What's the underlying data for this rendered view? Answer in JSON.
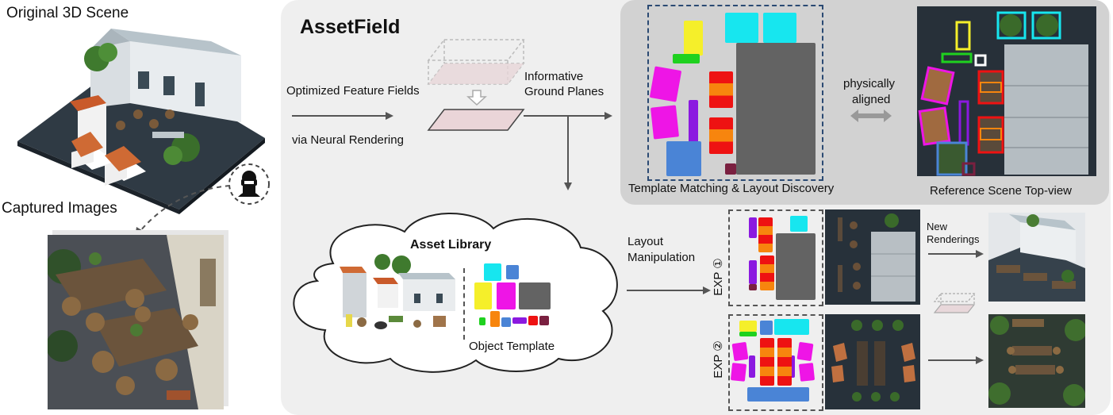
{
  "left": {
    "scene_title": "Original 3D Scene",
    "images_title": "Captured Images"
  },
  "main": {
    "title": "AssetField",
    "opt_label": "Optimized Feature Fields",
    "neural_label": "via Neural Rendering",
    "informative_line1": "Informative",
    "informative_line2": "Ground Planes",
    "physically_line1": "physically",
    "physically_line2": "aligned",
    "template_caption": "Template Matching & Layout Discovery",
    "reference_caption": "Reference Scene Top-view",
    "library_title": "Asset Library",
    "object_template": "Object Template",
    "layout_line1": "Layout",
    "layout_line2": "Manipulation",
    "exp1": "EXP ①",
    "exp2": "EXP ②",
    "new_line1": "New",
    "new_line2": "Renderings"
  },
  "colors": {
    "yellow": "#f5ef2a",
    "green": "#1fd11f",
    "cyan": "#17e6ef",
    "magenta": "#ee15e6",
    "purple": "#8b19e0",
    "red": "#ee1212",
    "orange": "#f7850e",
    "blue": "#4a84d6",
    "maroon": "#7a2040",
    "gray": "#636363"
  }
}
